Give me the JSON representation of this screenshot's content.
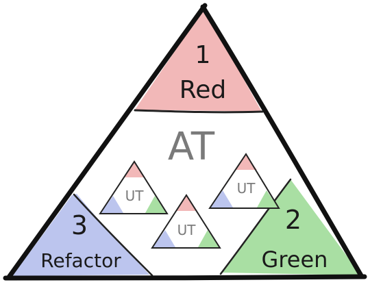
{
  "diagram": {
    "big": {
      "label": "AT",
      "red": {
        "number": "1",
        "name": "Red",
        "color": "#f2b8b8"
      },
      "green": {
        "number": "2",
        "name": "Green",
        "color": "#a9dfa3"
      },
      "refactor": {
        "number": "3",
        "name": "Refactor",
        "color": "#bcc5ee"
      }
    },
    "small_label": "UT",
    "small_triangles": [
      {
        "label": "UT"
      },
      {
        "label": "UT"
      },
      {
        "label": "UT"
      }
    ]
  }
}
